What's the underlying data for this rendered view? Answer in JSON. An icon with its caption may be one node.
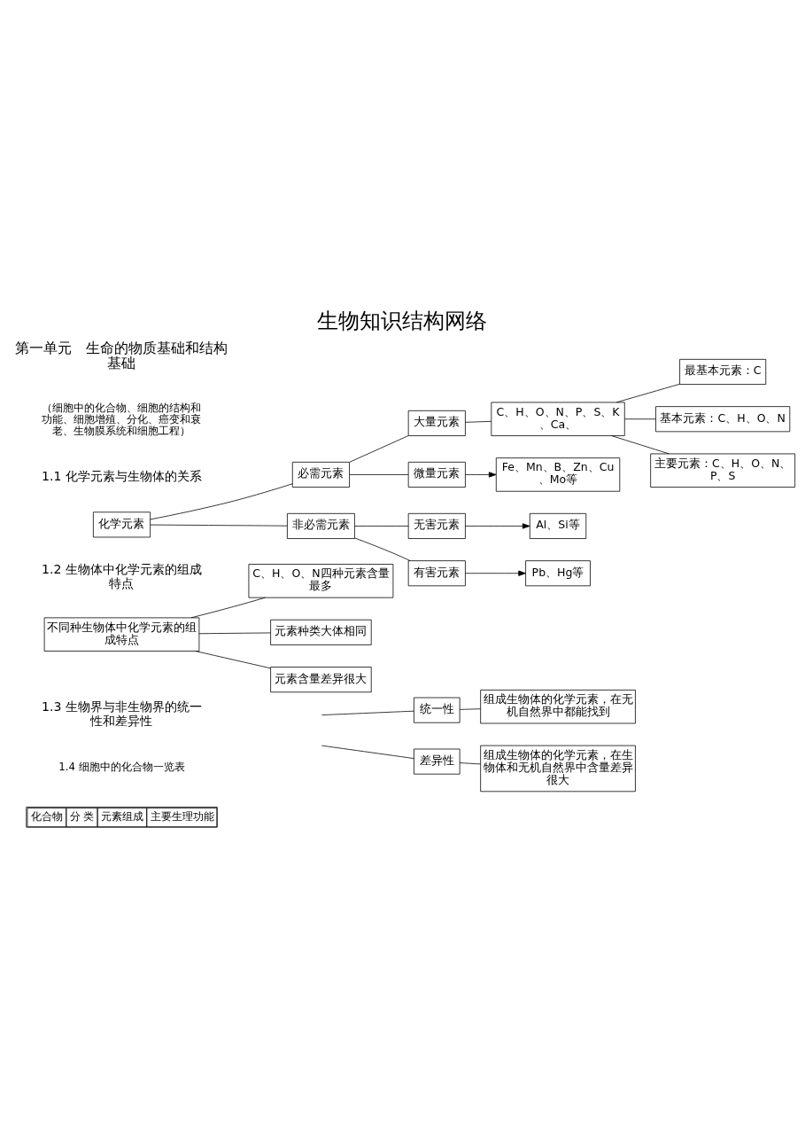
{
  "diagram": {
    "title": "生物知识结构网络",
    "nodes": [
      {
        "text": [
          "化学元素"
        ]
      },
      {
        "text": [
          "必需元素"
        ]
      },
      {
        "text": [
          "非必需元素"
        ]
      },
      {
        "text": [
          "大量元素"
        ]
      },
      {
        "text": [
          "微量元素"
        ]
      },
      {
        "text": [
          "C、H、O、N、P、S、K、Ca、"
        ]
      },
      {
        "text": [
          "最基本元素：C"
        ]
      },
      {
        "text": [
          "基本元素：C、H、O、N"
        ]
      },
      {
        "text": [
          "主要元素：C、H、O、N、P、S"
        ]
      },
      {
        "text": [
          "Fe、Mn、B、Zn、Cu、Mo等"
        ]
      },
      {
        "text": [
          "无害元素"
        ]
      },
      {
        "text": [
          "有害元素"
        ]
      },
      {
        "text": [
          "Al、Si等"
        ]
      },
      {
        "text": [
          "Pb、Hg等"
        ]
      },
      {
        "text": [
          "不同种生物体中化学元素的组成特点"
        ]
      },
      {
        "text": [
          "C、H、O、N四种元素含量最多"
        ]
      },
      {
        "text": [
          "元素种类大体相同"
        ]
      },
      {
        "text": [
          "元素含量差异很大"
        ]
      },
      {
        "text": [
          "统一性"
        ]
      },
      {
        "text": [
          "差异性"
        ]
      },
      {
        "text": [
          "组成生物体的化学元素，在无机自然界中都能找到"
        ]
      },
      {
        "text": [
          "组成生物体的化学元素，在生物体和无机自然界中含量差异很大"
        ]
      }
    ],
    "edges": [
      {
        "from": 0,
        "to": 1,
        "arrow": "none"
      },
      {
        "from": 0,
        "to": 2,
        "arrow": "none"
      },
      {
        "from": 1,
        "to": 3,
        "arrow": "none"
      },
      {
        "from": 1,
        "to": 4,
        "arrow": "none"
      },
      {
        "from": 3,
        "to": 5,
        "arrow": "none"
      },
      {
        "from": 5,
        "to": 6,
        "arrow": "none"
      },
      {
        "from": 5,
        "to": 7,
        "arrow": "none"
      },
      {
        "from": 5,
        "to": 8,
        "arrow": "none"
      },
      {
        "from": 4,
        "to": 9,
        "arrow": "to"
      },
      {
        "from": 2,
        "to": 10,
        "arrow": "none"
      },
      {
        "from": 2,
        "to": 11,
        "arrow": "none"
      },
      {
        "from": 10,
        "to": 12,
        "arrow": "to"
      },
      {
        "from": 11,
        "to": 13,
        "arrow": "to"
      },
      {
        "from": 14,
        "to": 15,
        "arrow": "none"
      },
      {
        "from": 14,
        "to": 16,
        "arrow": "none"
      },
      {
        "from": 14,
        "to": 17,
        "arrow": "none"
      },
      {
        "from": null,
        "to": 18,
        "arrow": "none"
      },
      {
        "from": null,
        "to": 19,
        "arrow": "none"
      },
      {
        "from": 18,
        "to": 20,
        "arrow": "none"
      },
      {
        "from": 19,
        "to": 21,
        "arrow": "none"
      }
    ],
    "labels": [
      "第一单元　生命的物质基础和结构基础",
      "（细胞中的化合物、细胞的结构和功能、细胞增殖、分化、癌变和衰老、生物膜系统和细胞工程）",
      "1.1 化学元素与生物体的关系",
      "1.2 生物体中化学元素的组成特点",
      "1.3 生物界与非生物界的统一性和差异性",
      "1.4 细胞中的化合物一览表",
      "化合物",
      "分 类",
      "元素组成",
      "主要生理功能"
    ]
  }
}
